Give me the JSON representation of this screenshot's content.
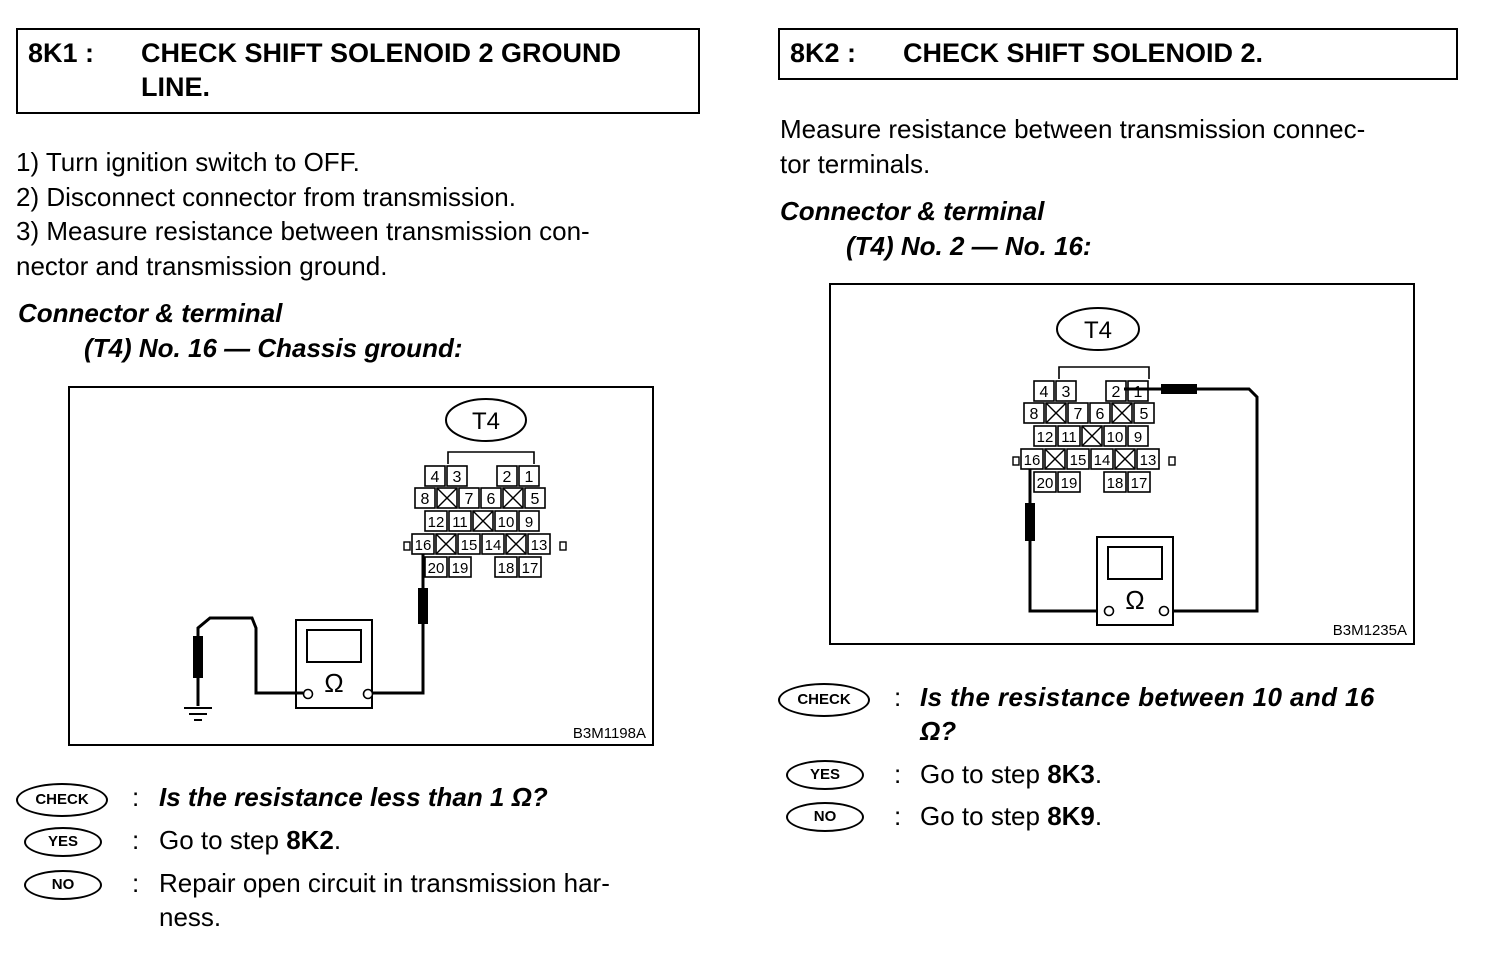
{
  "left": {
    "step_code": "8K1 :",
    "step_title": "CHECK SHIFT SOLENOID 2 GROUND LINE.",
    "instructions": [
      "1)  Turn ignition switch to OFF.",
      "2)  Disconnect connector from transmission.",
      "3)  Measure resistance between transmission con-",
      "nector and transmission ground."
    ],
    "connector_heading": "Connector & terminal",
    "connector_detail": "(T4) No. 16 — Chassis ground:",
    "figure": {
      "connector_label": "T4",
      "figure_code": "B3M1198A",
      "meter_symbol": "Ω"
    },
    "check": {
      "badge": "CHECK",
      "question": "Is the resistance less than 1 Ω?"
    },
    "yes": {
      "badge": "YES",
      "text": "Go to step ",
      "target": "8K2",
      "suffix": "."
    },
    "no": {
      "badge": "NO",
      "line1": "Repair open circuit in transmission har-",
      "line2": "ness."
    }
  },
  "right": {
    "step_code": "8K2 :",
    "step_title": "CHECK SHIFT SOLENOID 2.",
    "intro_line1": "Measure resistance between transmission connec-",
    "intro_line2": "tor terminals.",
    "connector_heading": "Connector & terminal",
    "connector_detail": "(T4) No. 2 — No. 16:",
    "figure": {
      "connector_label": "T4",
      "figure_code": "B3M1235A",
      "meter_symbol": "Ω"
    },
    "check": {
      "badge": "CHECK",
      "question_line1": "Is the resistance between 10 and 16",
      "question_line2": "Ω?"
    },
    "yes": {
      "badge": "YES",
      "text": "Go to step ",
      "target": "8K3",
      "suffix": "."
    },
    "no": {
      "badge": "NO",
      "text": "Go to step ",
      "target": "8K9",
      "suffix": "."
    }
  },
  "connector_pins": {
    "row1": [
      "4",
      "3",
      "2",
      "1"
    ],
    "row2": [
      "8",
      "7",
      "6",
      "5"
    ],
    "row3": [
      "12",
      "11",
      "10",
      "9"
    ],
    "row4": [
      "16",
      "15",
      "14",
      "13"
    ],
    "row5": [
      "20",
      "19",
      "18",
      "17"
    ]
  },
  "colon": ":"
}
